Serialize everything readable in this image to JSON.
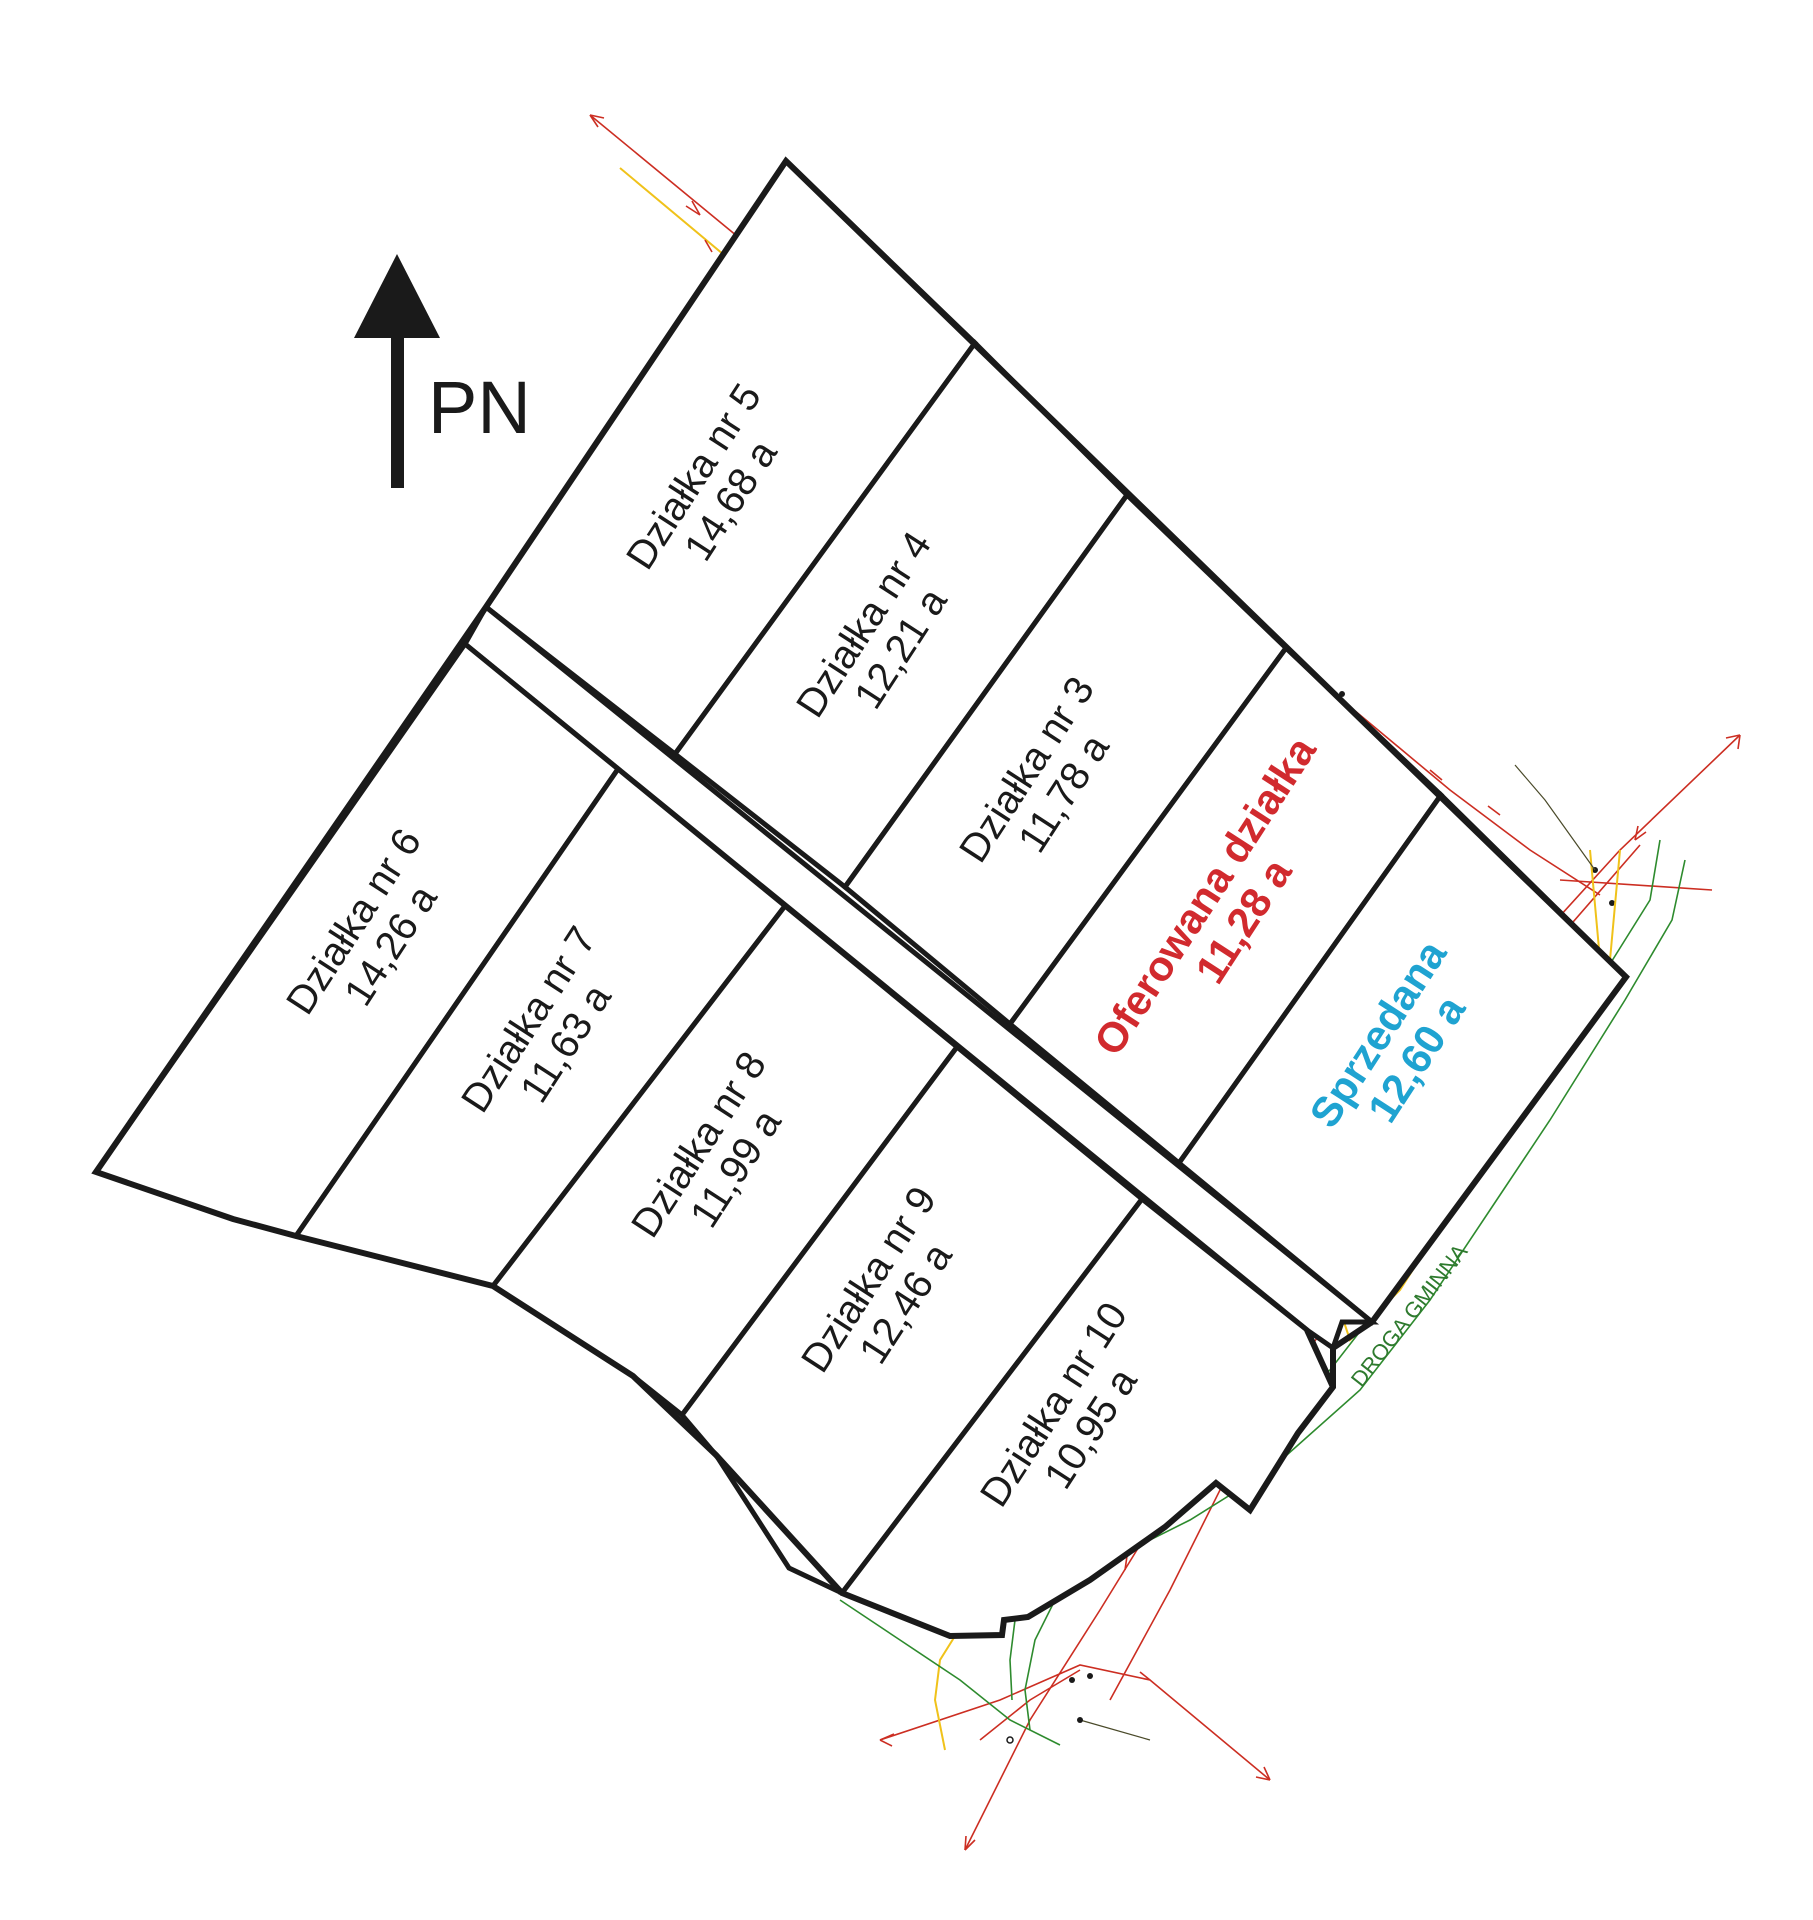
{
  "map": {
    "north_label": "PN",
    "road_label": "DROGA GMINNA",
    "colors": {
      "offered_fill": "#e9eaea",
      "offered_text": "#d12a2e",
      "sold_text": "#1fa3d1",
      "boundary": "#1a1a1a",
      "survey_red": "#cc2e22",
      "survey_yellow": "#f0c21a",
      "survey_green": "#2e8b2e"
    },
    "plots": [
      {
        "id": "plot-5",
        "name": "Działka nr 5",
        "area": "14,68 a"
      },
      {
        "id": "plot-4",
        "name": "Działka nr 4",
        "area": "12,21 a"
      },
      {
        "id": "plot-3",
        "name": "Działka nr 3",
        "area": "11,78 a"
      },
      {
        "id": "plot-2",
        "name": "Oferowana działka",
        "area": "11,28 a",
        "status": "offered"
      },
      {
        "id": "plot-1",
        "name": "Sprzedana",
        "area": "12,60 a",
        "status": "sold"
      },
      {
        "id": "plot-6",
        "name": "Działka nr 6",
        "area": "14,26 a"
      },
      {
        "id": "plot-7",
        "name": "Działka nr 7",
        "area": "11,63 a"
      },
      {
        "id": "plot-8",
        "name": "Działka nr 8",
        "area": "11,99 a"
      },
      {
        "id": "plot-9",
        "name": "Działka nr 9",
        "area": "12,46 a"
      },
      {
        "id": "plot-10",
        "name": "Działka nr 10",
        "area": "10,95 a"
      }
    ]
  }
}
